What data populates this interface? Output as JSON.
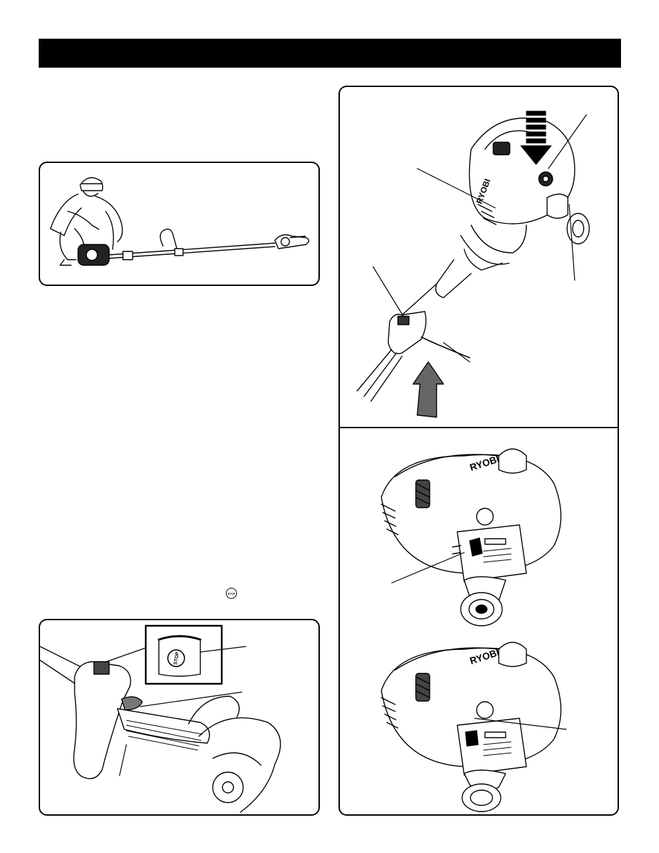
{
  "page": {
    "header_bar_color": "#000000"
  },
  "figures": {
    "operator": {
      "icon": "operator-with-pole-saw-illustration"
    },
    "engine_top": {
      "brand": "RYOBI",
      "icon": "engine-with-primer-bulb-and-throttle-illustration"
    },
    "engine_choke_a": {
      "brand": "RYOBI",
      "icon": "engine-choke-lever-illustration"
    },
    "engine_choke_b": {
      "brand": "RYOBI",
      "icon": "engine-choke-lever-illustration"
    },
    "stop_switch": {
      "stop_label": "STOP",
      "icon": "throttle-handle-stop-switch-illustration"
    }
  },
  "inline_icons": {
    "stop_symbol": "STOP"
  }
}
